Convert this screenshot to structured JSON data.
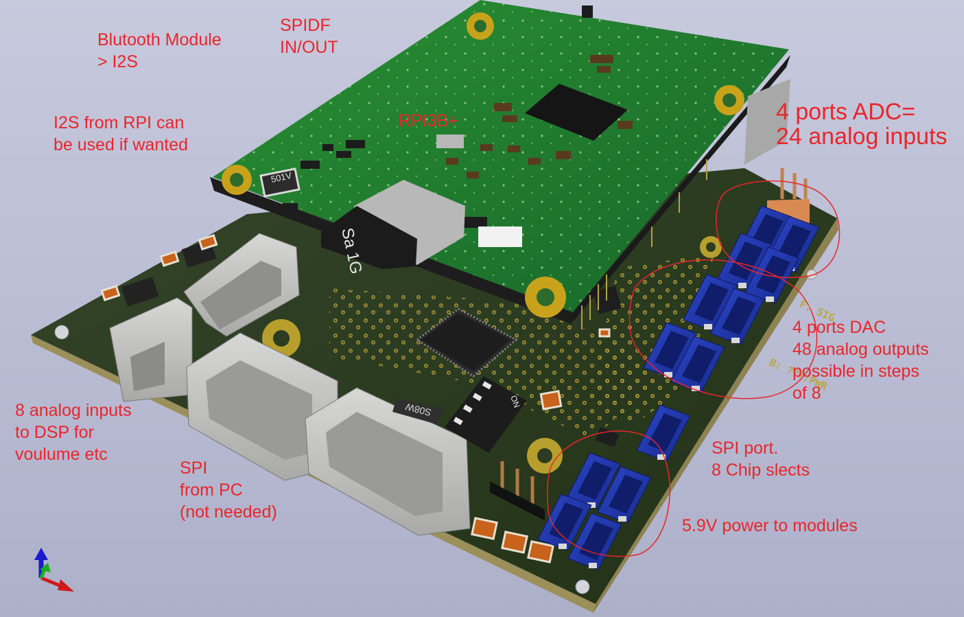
{
  "annotations": {
    "bluetooth": "Blutooth Module\n> I2S",
    "spidf": "SPIDF\nIN/OUT",
    "rpi": "RPI3B+",
    "i2s_rpi": "I2S from RPI can\nbe used if wanted",
    "adc": "4 ports ADC=\n24 analog inputs",
    "dac": "4 ports DAC\n48 analog outputs\npossible in steps\nof 8",
    "analog_dsp": "8 analog inputs\nto DSP for\nvoulume etc",
    "spi_pc": "SPI\nfrom PC\n(not needed)",
    "spi_port": "SPI port.\n8 Chip slects",
    "power": "5.9V power to modules"
  },
  "silkscreen": {
    "f_sig": "F: SIG",
    "b_pwr": "B: ???/PWR"
  },
  "components": {
    "sd_card": "Sa 1G",
    "inductor_rpi": "501V",
    "inductor_main": "S08W",
    "dip_switch": "ON"
  },
  "colors": {
    "annotation": "#e8262b",
    "main_board": "#2a3a1c",
    "rpi_board": "#1f7a2a",
    "header_blue": "#1a2f9a"
  },
  "axis_icon": {
    "axes": [
      "x-axis-icon",
      "y-axis-icon",
      "z-axis-icon"
    ]
  }
}
